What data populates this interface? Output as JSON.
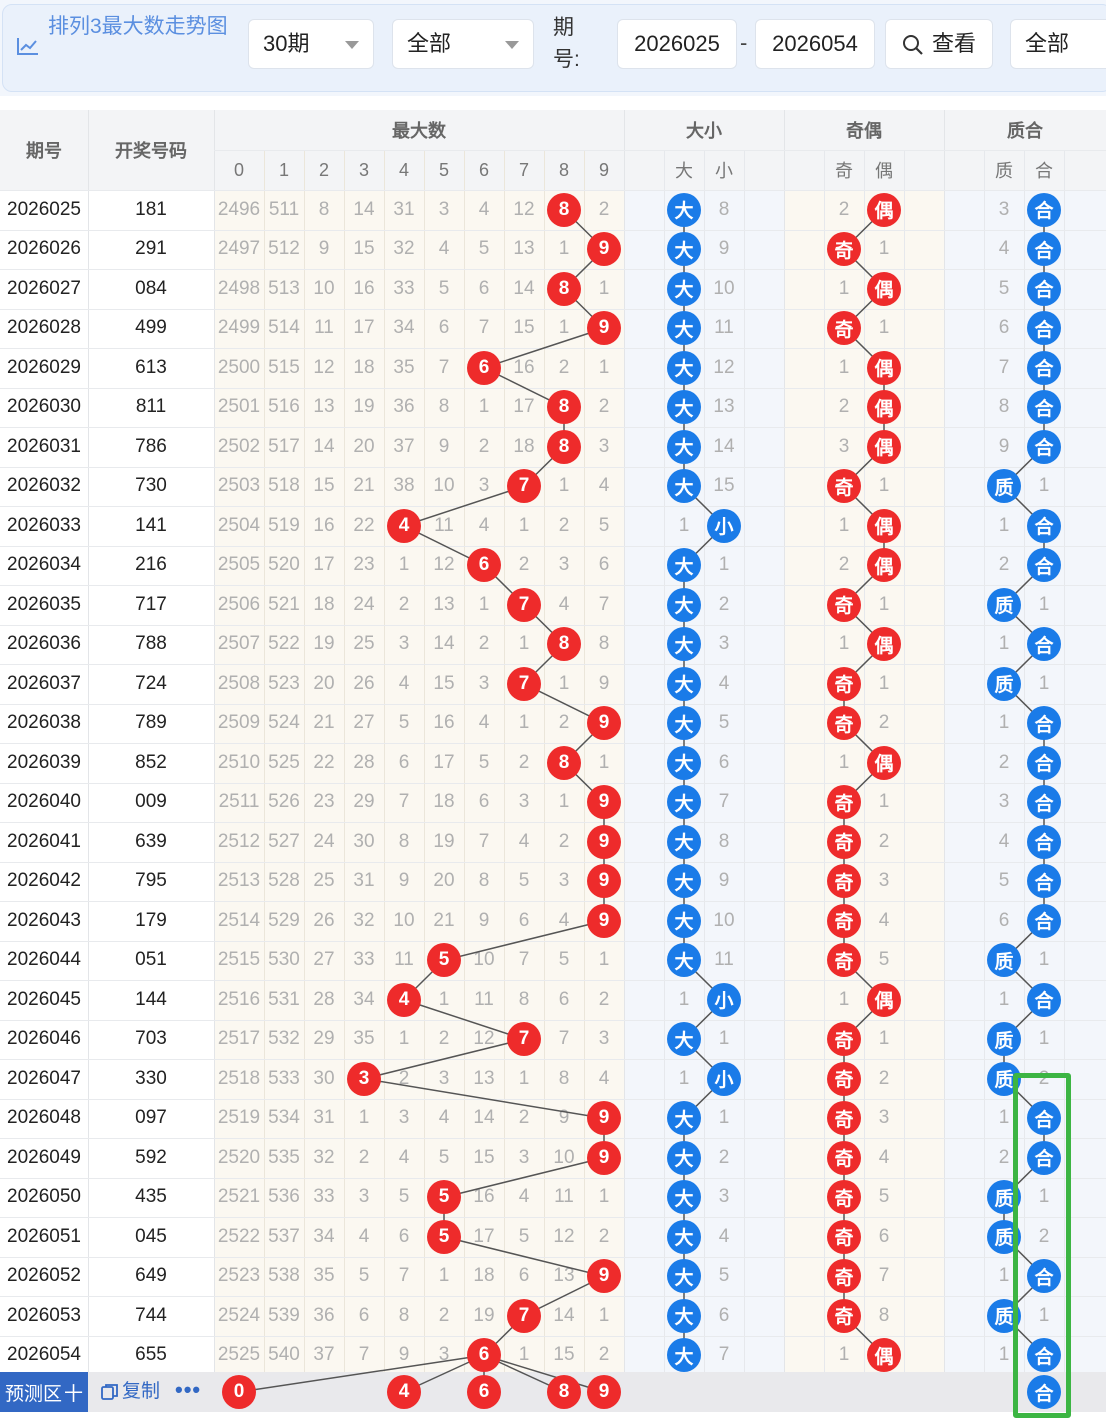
{
  "toolbar": {
    "title": "排列3最大数走势图",
    "period_select": "30期",
    "filter_select": "全部",
    "issue_label": "期号:",
    "issue_from": "2026025",
    "issue_dash": "-",
    "issue_to": "2026054",
    "view_button": "查看",
    "right_select": "全部"
  },
  "headers": {
    "issue": "期号",
    "number": "开奖号码",
    "max_group": "最大数",
    "size_group": "大小",
    "parity_group": "奇偶",
    "prime_group": "质合",
    "digits": [
      "0",
      "1",
      "2",
      "3",
      "4",
      "5",
      "6",
      "7",
      "8",
      "9"
    ],
    "size": [
      "大",
      "小"
    ],
    "parity": [
      "奇",
      "偶"
    ],
    "prime": [
      "质",
      "合"
    ]
  },
  "rows": [
    {
      "issue": "2026025",
      "num": "181",
      "max": [
        "2496",
        "511",
        "8",
        "14",
        "31",
        "3",
        "4",
        "12",
        "8",
        "2"
      ],
      "hit": 8,
      "size": [
        "大",
        "8"
      ],
      "sizeHit": 0,
      "par": [
        "2",
        "偶"
      ],
      "parHit": 1,
      "pr": [
        "3",
        "合"
      ],
      "prHit": 1
    },
    {
      "issue": "2026026",
      "num": "291",
      "max": [
        "2497",
        "512",
        "9",
        "15",
        "32",
        "4",
        "5",
        "13",
        "1",
        "9"
      ],
      "hit": 9,
      "size": [
        "大",
        "9"
      ],
      "sizeHit": 0,
      "par": [
        "奇",
        "1"
      ],
      "parHit": 0,
      "pr": [
        "4",
        "合"
      ],
      "prHit": 1
    },
    {
      "issue": "2026027",
      "num": "084",
      "max": [
        "2498",
        "513",
        "10",
        "16",
        "33",
        "5",
        "6",
        "14",
        "8",
        "1"
      ],
      "hit": 8,
      "size": [
        "大",
        "10"
      ],
      "sizeHit": 0,
      "par": [
        "1",
        "偶"
      ],
      "parHit": 1,
      "pr": [
        "5",
        "合"
      ],
      "prHit": 1
    },
    {
      "issue": "2026028",
      "num": "499",
      "max": [
        "2499",
        "514",
        "11",
        "17",
        "34",
        "6",
        "7",
        "15",
        "1",
        "9"
      ],
      "hit": 9,
      "size": [
        "大",
        "11"
      ],
      "sizeHit": 0,
      "par": [
        "奇",
        "1"
      ],
      "parHit": 0,
      "pr": [
        "6",
        "合"
      ],
      "prHit": 1
    },
    {
      "issue": "2026029",
      "num": "613",
      "max": [
        "2500",
        "515",
        "12",
        "18",
        "35",
        "7",
        "6",
        "16",
        "2",
        "1"
      ],
      "hit": 6,
      "size": [
        "大",
        "12"
      ],
      "sizeHit": 0,
      "par": [
        "1",
        "偶"
      ],
      "parHit": 1,
      "pr": [
        "7",
        "合"
      ],
      "prHit": 1
    },
    {
      "issue": "2026030",
      "num": "811",
      "max": [
        "2501",
        "516",
        "13",
        "19",
        "36",
        "8",
        "1",
        "17",
        "8",
        "2"
      ],
      "hit": 8,
      "size": [
        "大",
        "13"
      ],
      "sizeHit": 0,
      "par": [
        "2",
        "偶"
      ],
      "parHit": 1,
      "pr": [
        "8",
        "合"
      ],
      "prHit": 1
    },
    {
      "issue": "2026031",
      "num": "786",
      "max": [
        "2502",
        "517",
        "14",
        "20",
        "37",
        "9",
        "2",
        "18",
        "8",
        "3"
      ],
      "hit": 8,
      "size": [
        "大",
        "14"
      ],
      "sizeHit": 0,
      "par": [
        "3",
        "偶"
      ],
      "parHit": 1,
      "pr": [
        "9",
        "合"
      ],
      "prHit": 1
    },
    {
      "issue": "2026032",
      "num": "730",
      "max": [
        "2503",
        "518",
        "15",
        "21",
        "38",
        "10",
        "3",
        "7",
        "1",
        "4"
      ],
      "hit": 7,
      "size": [
        "大",
        "15"
      ],
      "sizeHit": 0,
      "par": [
        "奇",
        "1"
      ],
      "parHit": 0,
      "pr": [
        "质",
        "1"
      ],
      "prHit": 0
    },
    {
      "issue": "2026033",
      "num": "141",
      "max": [
        "2504",
        "519",
        "16",
        "22",
        "4",
        "11",
        "4",
        "1",
        "2",
        "5"
      ],
      "hit": 4,
      "size": [
        "1",
        "小"
      ],
      "sizeHit": 1,
      "par": [
        "1",
        "偶"
      ],
      "parHit": 1,
      "pr": [
        "1",
        "合"
      ],
      "prHit": 1
    },
    {
      "issue": "2026034",
      "num": "216",
      "max": [
        "2505",
        "520",
        "17",
        "23",
        "1",
        "12",
        "6",
        "2",
        "3",
        "6"
      ],
      "hit": 6,
      "size": [
        "大",
        "1"
      ],
      "sizeHit": 0,
      "par": [
        "2",
        "偶"
      ],
      "parHit": 1,
      "pr": [
        "2",
        "合"
      ],
      "prHit": 1
    },
    {
      "issue": "2026035",
      "num": "717",
      "max": [
        "2506",
        "521",
        "18",
        "24",
        "2",
        "13",
        "1",
        "7",
        "4",
        "7"
      ],
      "hit": 7,
      "size": [
        "大",
        "2"
      ],
      "sizeHit": 0,
      "par": [
        "奇",
        "1"
      ],
      "parHit": 0,
      "pr": [
        "质",
        "1"
      ],
      "prHit": 0
    },
    {
      "issue": "2026036",
      "num": "788",
      "max": [
        "2507",
        "522",
        "19",
        "25",
        "3",
        "14",
        "2",
        "1",
        "8",
        "8"
      ],
      "hit": 8,
      "size": [
        "大",
        "3"
      ],
      "sizeHit": 0,
      "par": [
        "1",
        "偶"
      ],
      "parHit": 1,
      "pr": [
        "1",
        "合"
      ],
      "prHit": 1
    },
    {
      "issue": "2026037",
      "num": "724",
      "max": [
        "2508",
        "523",
        "20",
        "26",
        "4",
        "15",
        "3",
        "7",
        "1",
        "9"
      ],
      "hit": 7,
      "size": [
        "大",
        "4"
      ],
      "sizeHit": 0,
      "par": [
        "奇",
        "1"
      ],
      "parHit": 0,
      "pr": [
        "质",
        "1"
      ],
      "prHit": 0
    },
    {
      "issue": "2026038",
      "num": "789",
      "max": [
        "2509",
        "524",
        "21",
        "27",
        "5",
        "16",
        "4",
        "1",
        "2",
        "9"
      ],
      "hit": 9,
      "size": [
        "大",
        "5"
      ],
      "sizeHit": 0,
      "par": [
        "奇",
        "2"
      ],
      "parHit": 0,
      "pr": [
        "1",
        "合"
      ],
      "prHit": 1
    },
    {
      "issue": "2026039",
      "num": "852",
      "max": [
        "2510",
        "525",
        "22",
        "28",
        "6",
        "17",
        "5",
        "2",
        "8",
        "1"
      ],
      "hit": 8,
      "size": [
        "大",
        "6"
      ],
      "sizeHit": 0,
      "par": [
        "1",
        "偶"
      ],
      "parHit": 1,
      "pr": [
        "2",
        "合"
      ],
      "prHit": 1
    },
    {
      "issue": "2026040",
      "num": "009",
      "max": [
        "2511",
        "526",
        "23",
        "29",
        "7",
        "18",
        "6",
        "3",
        "1",
        "9"
      ],
      "hit": 9,
      "size": [
        "大",
        "7"
      ],
      "sizeHit": 0,
      "par": [
        "奇",
        "1"
      ],
      "parHit": 0,
      "pr": [
        "3",
        "合"
      ],
      "prHit": 1
    },
    {
      "issue": "2026041",
      "num": "639",
      "max": [
        "2512",
        "527",
        "24",
        "30",
        "8",
        "19",
        "7",
        "4",
        "2",
        "9"
      ],
      "hit": 9,
      "size": [
        "大",
        "8"
      ],
      "sizeHit": 0,
      "par": [
        "奇",
        "2"
      ],
      "parHit": 0,
      "pr": [
        "4",
        "合"
      ],
      "prHit": 1
    },
    {
      "issue": "2026042",
      "num": "795",
      "max": [
        "2513",
        "528",
        "25",
        "31",
        "9",
        "20",
        "8",
        "5",
        "3",
        "9"
      ],
      "hit": 9,
      "size": [
        "大",
        "9"
      ],
      "sizeHit": 0,
      "par": [
        "奇",
        "3"
      ],
      "parHit": 0,
      "pr": [
        "5",
        "合"
      ],
      "prHit": 1
    },
    {
      "issue": "2026043",
      "num": "179",
      "max": [
        "2514",
        "529",
        "26",
        "32",
        "10",
        "21",
        "9",
        "6",
        "4",
        "9"
      ],
      "hit": 9,
      "size": [
        "大",
        "10"
      ],
      "sizeHit": 0,
      "par": [
        "奇",
        "4"
      ],
      "parHit": 0,
      "pr": [
        "6",
        "合"
      ],
      "prHit": 1
    },
    {
      "issue": "2026044",
      "num": "051",
      "max": [
        "2515",
        "530",
        "27",
        "33",
        "11",
        "5",
        "10",
        "7",
        "5",
        "1"
      ],
      "hit": 5,
      "size": [
        "大",
        "11"
      ],
      "sizeHit": 0,
      "par": [
        "奇",
        "5"
      ],
      "parHit": 0,
      "pr": [
        "质",
        "1"
      ],
      "prHit": 0
    },
    {
      "issue": "2026045",
      "num": "144",
      "max": [
        "2516",
        "531",
        "28",
        "34",
        "4",
        "1",
        "11",
        "8",
        "6",
        "2"
      ],
      "hit": 4,
      "size": [
        "1",
        "小"
      ],
      "sizeHit": 1,
      "par": [
        "1",
        "偶"
      ],
      "parHit": 1,
      "pr": [
        "1",
        "合"
      ],
      "prHit": 1
    },
    {
      "issue": "2026046",
      "num": "703",
      "max": [
        "2517",
        "532",
        "29",
        "35",
        "1",
        "2",
        "12",
        "7",
        "7",
        "3"
      ],
      "hit": 7,
      "size": [
        "大",
        "1"
      ],
      "sizeHit": 0,
      "par": [
        "奇",
        "1"
      ],
      "parHit": 0,
      "pr": [
        "质",
        "1"
      ],
      "prHit": 0
    },
    {
      "issue": "2026047",
      "num": "330",
      "max": [
        "2518",
        "533",
        "30",
        "3",
        "2",
        "3",
        "13",
        "1",
        "8",
        "4"
      ],
      "hit": 3,
      "size": [
        "1",
        "小"
      ],
      "sizeHit": 1,
      "par": [
        "奇",
        "2"
      ],
      "parHit": 0,
      "pr": [
        "质",
        "2"
      ],
      "prHit": 0
    },
    {
      "issue": "2026048",
      "num": "097",
      "max": [
        "2519",
        "534",
        "31",
        "1",
        "3",
        "4",
        "14",
        "2",
        "9",
        "9"
      ],
      "hit": 9,
      "size": [
        "大",
        "1"
      ],
      "sizeHit": 0,
      "par": [
        "奇",
        "3"
      ],
      "parHit": 0,
      "pr": [
        "1",
        "合"
      ],
      "prHit": 1
    },
    {
      "issue": "2026049",
      "num": "592",
      "max": [
        "2520",
        "535",
        "32",
        "2",
        "4",
        "5",
        "15",
        "3",
        "10",
        "9"
      ],
      "hit": 9,
      "size": [
        "大",
        "2"
      ],
      "sizeHit": 0,
      "par": [
        "奇",
        "4"
      ],
      "parHit": 0,
      "pr": [
        "2",
        "合"
      ],
      "prHit": 1
    },
    {
      "issue": "2026050",
      "num": "435",
      "max": [
        "2521",
        "536",
        "33",
        "3",
        "5",
        "5",
        "16",
        "4",
        "11",
        "1"
      ],
      "hit": 5,
      "size": [
        "大",
        "3"
      ],
      "sizeHit": 0,
      "par": [
        "奇",
        "5"
      ],
      "parHit": 0,
      "pr": [
        "质",
        "1"
      ],
      "prHit": 0
    },
    {
      "issue": "2026051",
      "num": "045",
      "max": [
        "2522",
        "537",
        "34",
        "4",
        "6",
        "5",
        "17",
        "5",
        "12",
        "2"
      ],
      "hit": 5,
      "size": [
        "大",
        "4"
      ],
      "sizeHit": 0,
      "par": [
        "奇",
        "6"
      ],
      "parHit": 0,
      "pr": [
        "质",
        "2"
      ],
      "prHit": 0
    },
    {
      "issue": "2026052",
      "num": "649",
      "max": [
        "2523",
        "538",
        "35",
        "5",
        "7",
        "1",
        "18",
        "6",
        "13",
        "9"
      ],
      "hit": 9,
      "size": [
        "大",
        "5"
      ],
      "sizeHit": 0,
      "par": [
        "奇",
        "7"
      ],
      "parHit": 0,
      "pr": [
        "1",
        "合"
      ],
      "prHit": 1
    },
    {
      "issue": "2026053",
      "num": "744",
      "max": [
        "2524",
        "539",
        "36",
        "6",
        "8",
        "2",
        "19",
        "7",
        "14",
        "1"
      ],
      "hit": 7,
      "size": [
        "大",
        "6"
      ],
      "sizeHit": 0,
      "par": [
        "奇",
        "8"
      ],
      "parHit": 0,
      "pr": [
        "质",
        "1"
      ],
      "prHit": 0
    },
    {
      "issue": "2026054",
      "num": "655",
      "max": [
        "2525",
        "540",
        "37",
        "7",
        "9",
        "3",
        "6",
        "1",
        "15",
        "2"
      ],
      "hit": 6,
      "size": [
        "大",
        "7"
      ],
      "sizeHit": 0,
      "par": [
        "1",
        "偶"
      ],
      "parHit": 1,
      "pr": [
        "1",
        "合"
      ],
      "prHit": 1
    }
  ],
  "prediction": {
    "label": "预测区",
    "plus": "十",
    "copy": "复制",
    "more": "•••",
    "balls": [
      "0",
      "4",
      "6",
      "8",
      "9"
    ],
    "prime_ball": "合"
  },
  "colors": {
    "red": "#ee2b2b",
    "blue": "#1a7be8",
    "highlight": "#3cb543",
    "accent": "#3268c4"
  }
}
